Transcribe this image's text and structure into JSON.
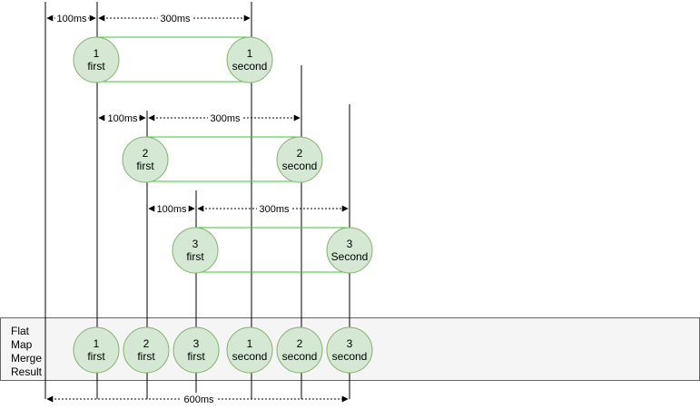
{
  "events": [
    {
      "id": "1",
      "first": "first",
      "second": "second",
      "delay": "100ms",
      "gap": "300ms"
    },
    {
      "id": "2",
      "first": "first",
      "second": "second",
      "delay": "100ms",
      "gap": "300ms"
    },
    {
      "id": "3",
      "first": "first",
      "second": "Second",
      "delay": "100ms",
      "gap": "300ms"
    }
  ],
  "result": {
    "label": [
      "Flat",
      "Map",
      "Merge",
      "Result"
    ],
    "nodes": [
      {
        "id": "1",
        "text": "first"
      },
      {
        "id": "2",
        "text": "first"
      },
      {
        "id": "3",
        "text": "first"
      },
      {
        "id": "1",
        "text": "second"
      },
      {
        "id": "2",
        "text": "second"
      },
      {
        "id": "3",
        "text": "second"
      }
    ]
  },
  "total": "600ms",
  "colors": {
    "node_fill": "#d5e8d4",
    "node_stroke": "#82b366",
    "link_stroke": "#33cc33",
    "panel_fill": "#f5f5f5",
    "panel_stroke": "#666666",
    "line": "#000000"
  }
}
